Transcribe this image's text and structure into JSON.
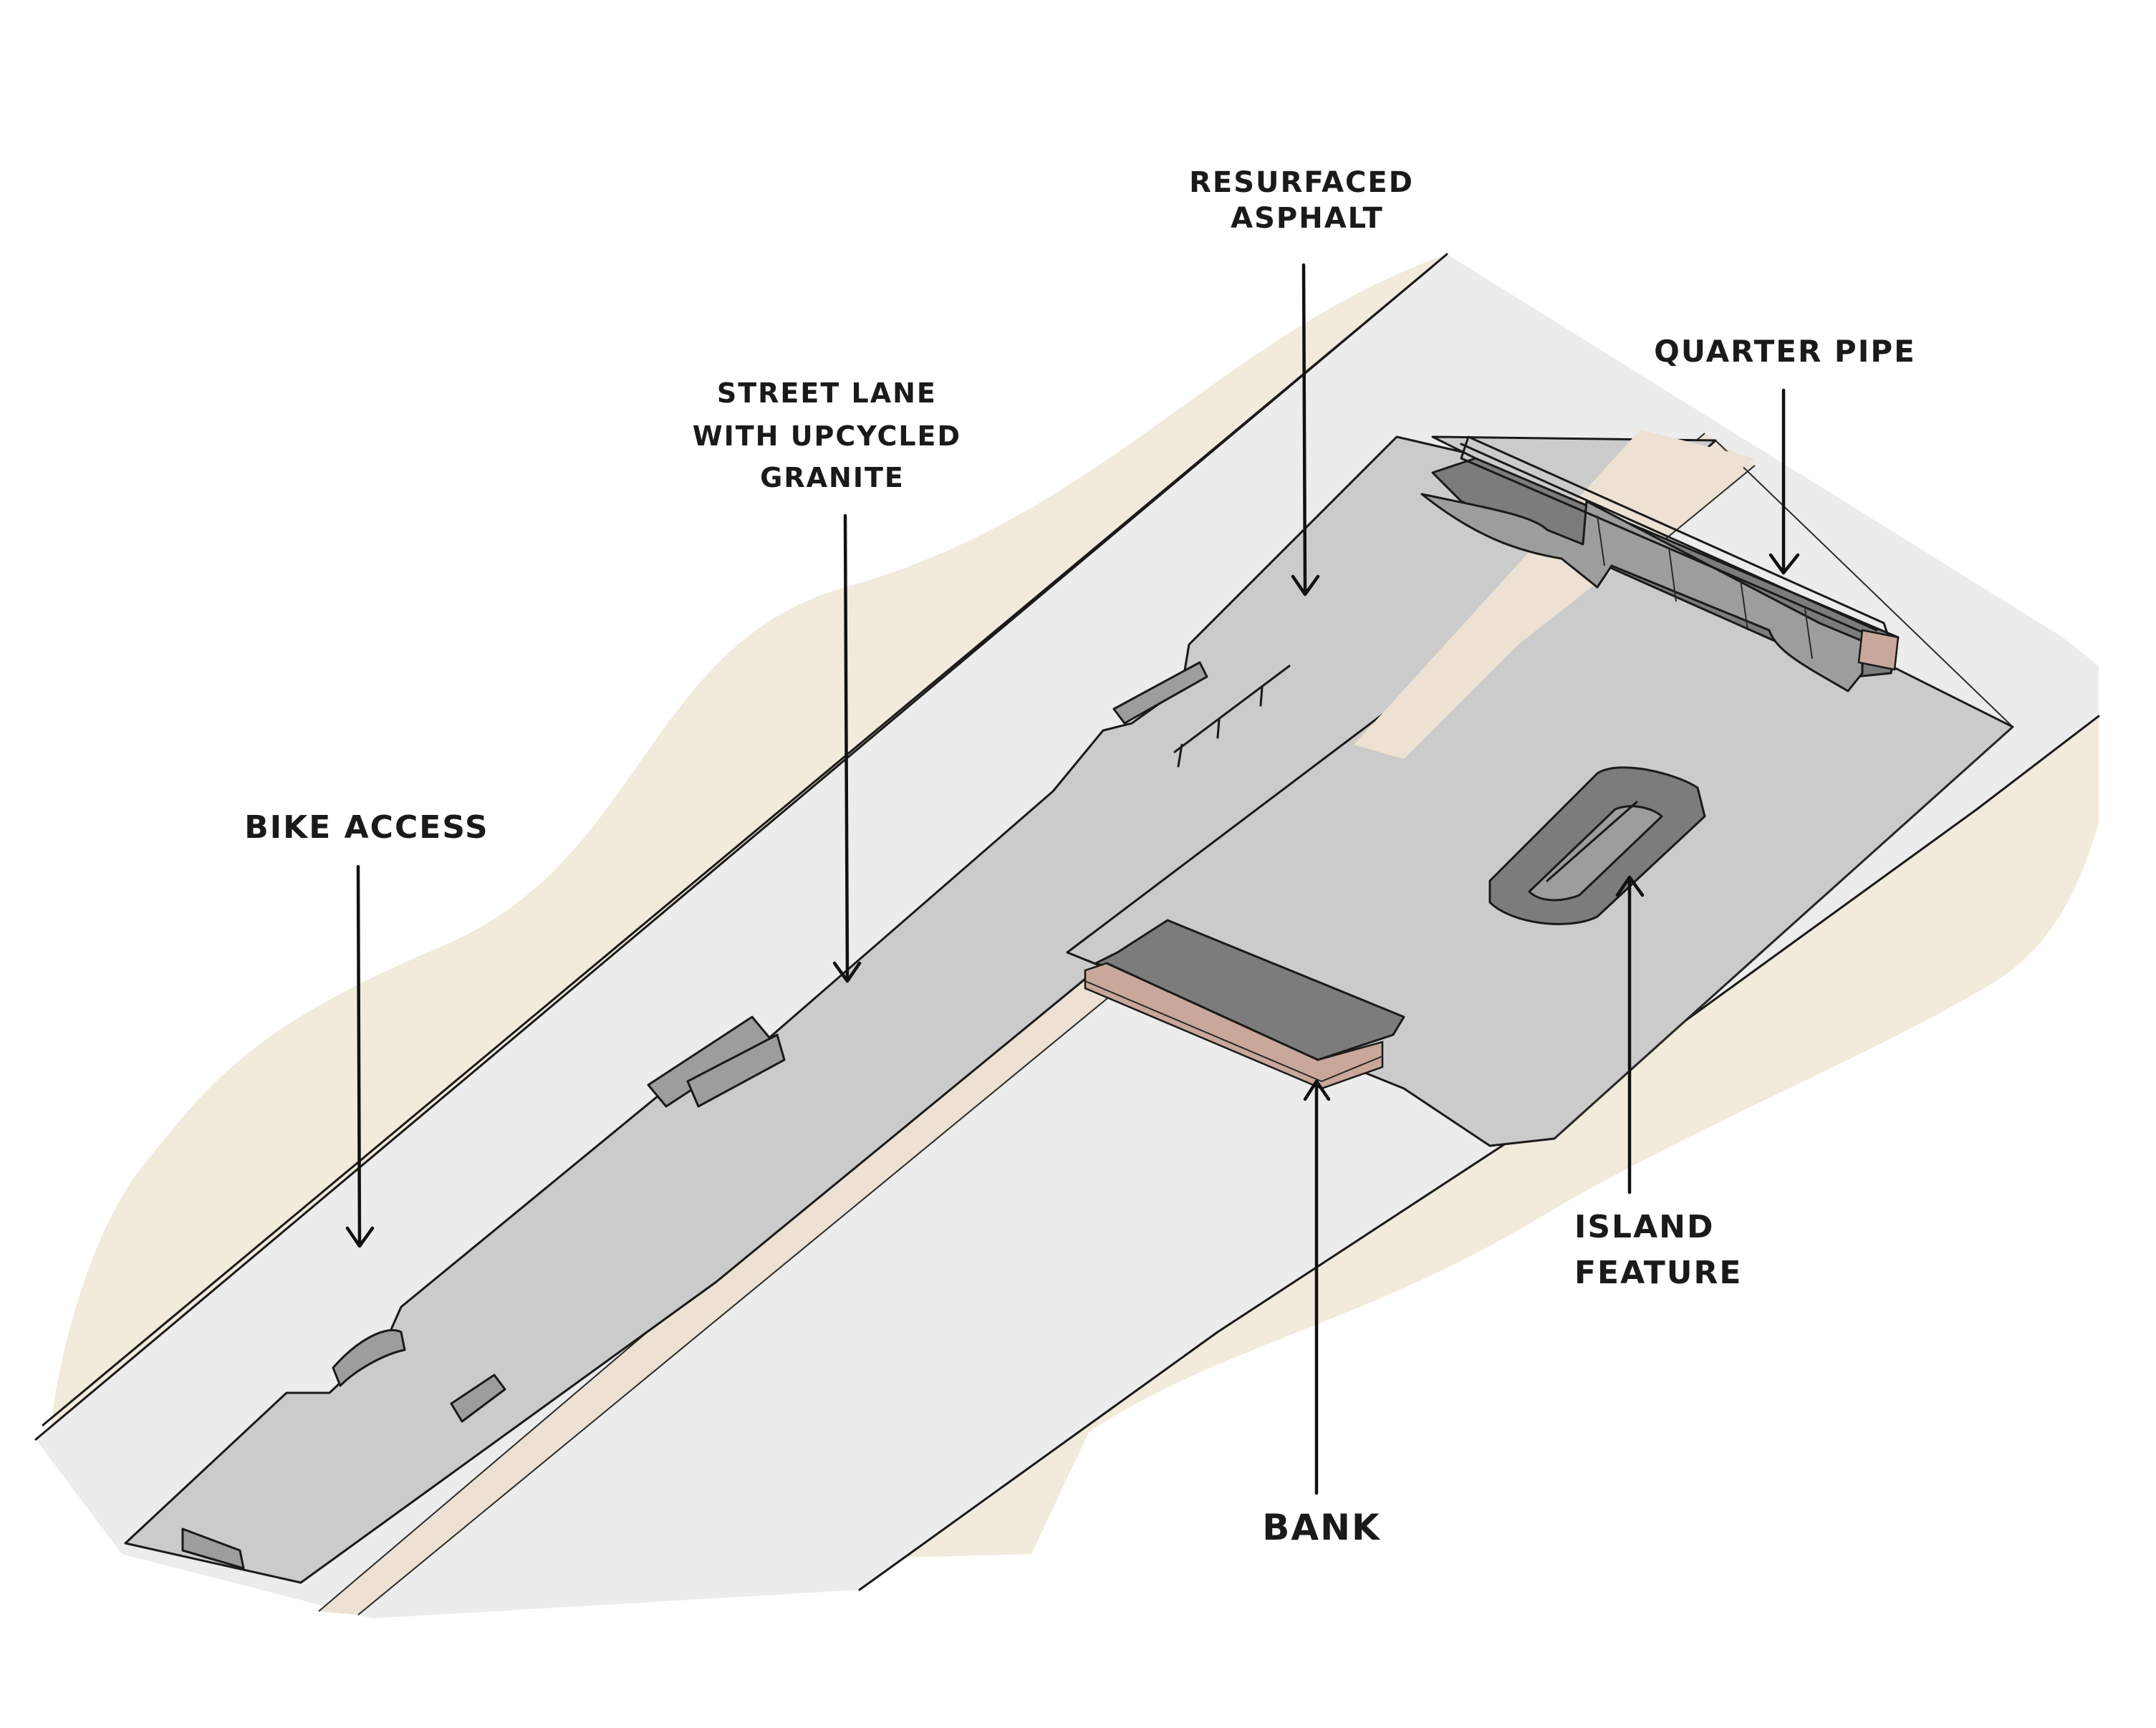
{
  "colors": {
    "background": "#ffffff",
    "ground_beige": "#f2eadb",
    "path_light": "#ececec",
    "asphalt": "#cbcbcb",
    "sand_strip": "#ece1d2",
    "feature_grey": "#9d9d9d",
    "feature_dark": "#7c7c7c",
    "brick": "#c9a79a",
    "ink": "#1a1a1a"
  },
  "labels": {
    "resurfaced_asphalt": [
      "RESURFACED",
      "ASPHALT"
    ],
    "street_lane": [
      "STREET LANE",
      "WITH UPCYCLED",
      "GRANITE"
    ],
    "quarter_pipe": [
      "QUARTER PIPE"
    ],
    "bike_access": [
      "BIKE ACCESS"
    ],
    "island_feature": [
      "ISLAND",
      "FEATURE"
    ],
    "bank": [
      "BANK"
    ]
  }
}
